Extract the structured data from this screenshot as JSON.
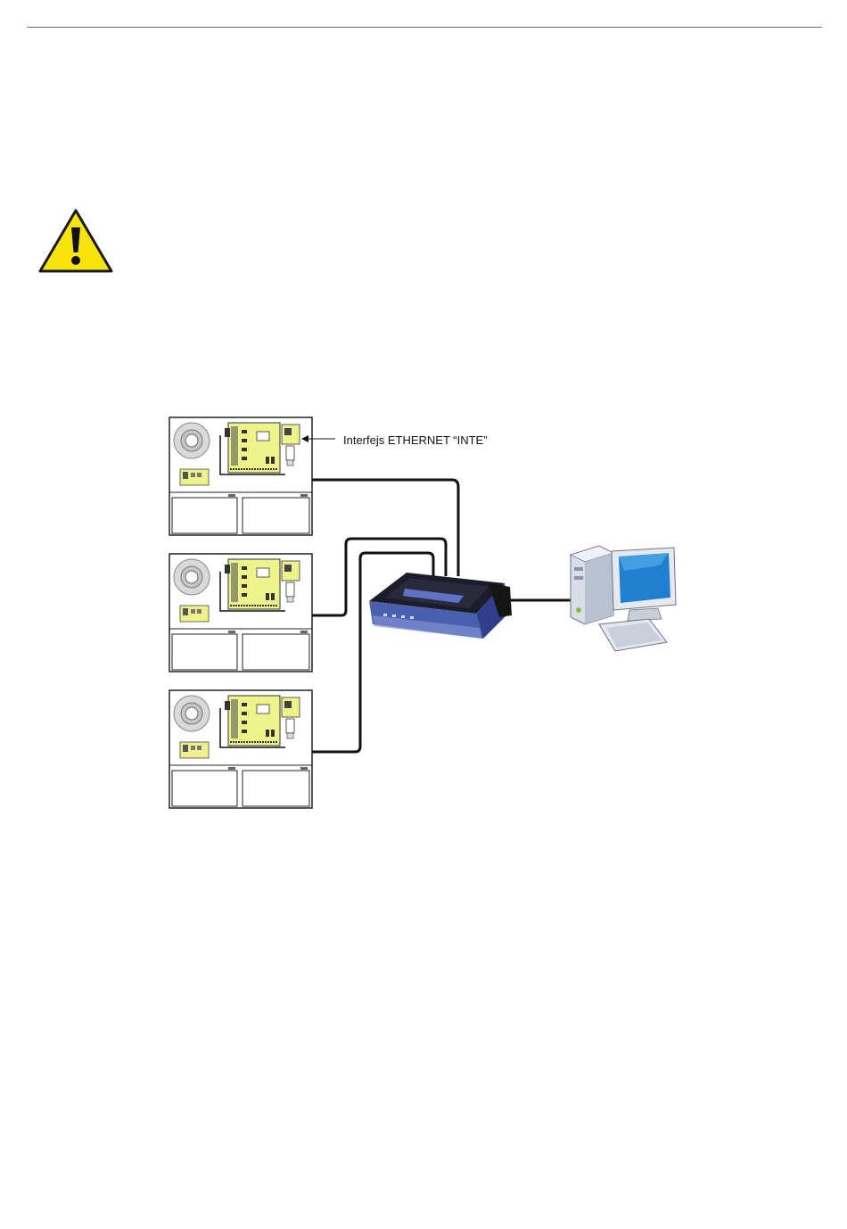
{
  "colors": {
    "warning_fill": "#f9e30f",
    "board_fill": "#eef28a",
    "router_body": "#4a5fb0",
    "router_front": "#2f3f8c",
    "monitor_screen": "#1f7fd0",
    "pc_case": "#d8dde8",
    "cable": "#111111",
    "header_rule": "#6d6d6d"
  },
  "icons": {
    "warning": "warning-triangle-icon",
    "router": "router-icon",
    "computer": "desktop-computer-icon",
    "power_supply": "power-supply-unit-icon"
  },
  "diagram": {
    "callout_label": "Interfejs ETHERNET “INTE”",
    "units": [
      {
        "name": "unit-1"
      },
      {
        "name": "unit-2"
      },
      {
        "name": "unit-3"
      }
    ]
  }
}
